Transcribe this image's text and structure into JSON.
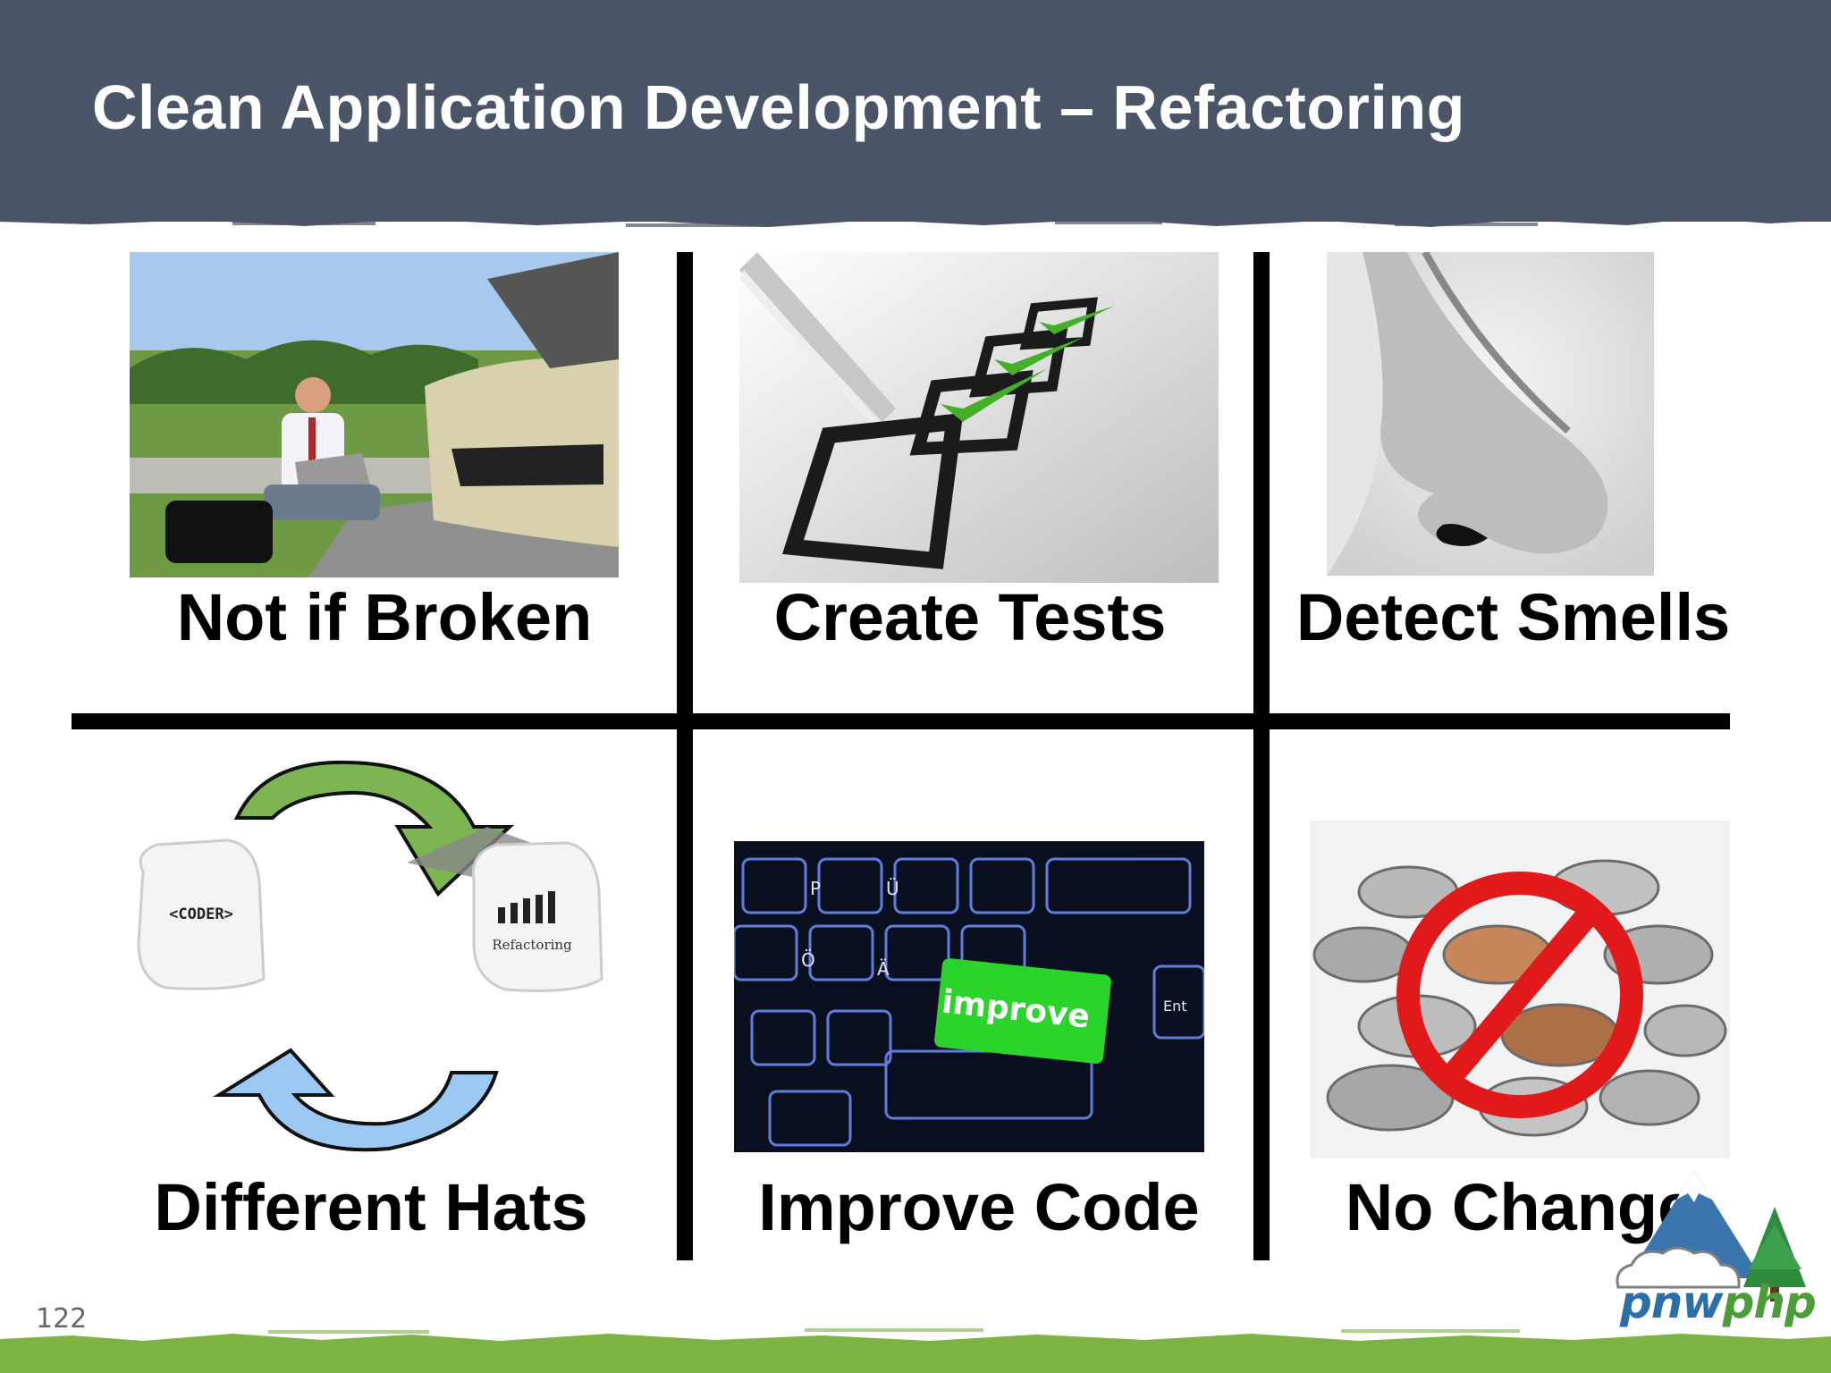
{
  "slide": {
    "title": "Clean Application Development – Refactoring",
    "page_number": "122"
  },
  "panels": [
    {
      "caption": "Not if Broken",
      "image": "man-with-laptop-beside-broken-car"
    },
    {
      "caption": "Create Tests",
      "image": "pen-and-checked-checklist"
    },
    {
      "caption": "Detect Smells",
      "image": "nose"
    },
    {
      "caption": "Different Hats",
      "image": "coder-and-refactoring-caps-with-cycle-arrows",
      "hat_labels": [
        "<CODER>",
        "Refactoring"
      ]
    },
    {
      "caption": "Improve Code",
      "image": "keyboard-with-green-improve-key",
      "key_labels": [
        "improve",
        "P",
        "Ü",
        "Ö",
        "Ä",
        "Ent"
      ]
    },
    {
      "caption": "No Change",
      "image": "coin-pile-with-prohibition-sign"
    }
  ],
  "logo": {
    "text_a": "pnw",
    "text_b": "php"
  },
  "colors": {
    "header": "#4a5568",
    "footer_green": "#7cb342",
    "check_green": "#44b02a",
    "prohibit_red": "#e2191b"
  }
}
